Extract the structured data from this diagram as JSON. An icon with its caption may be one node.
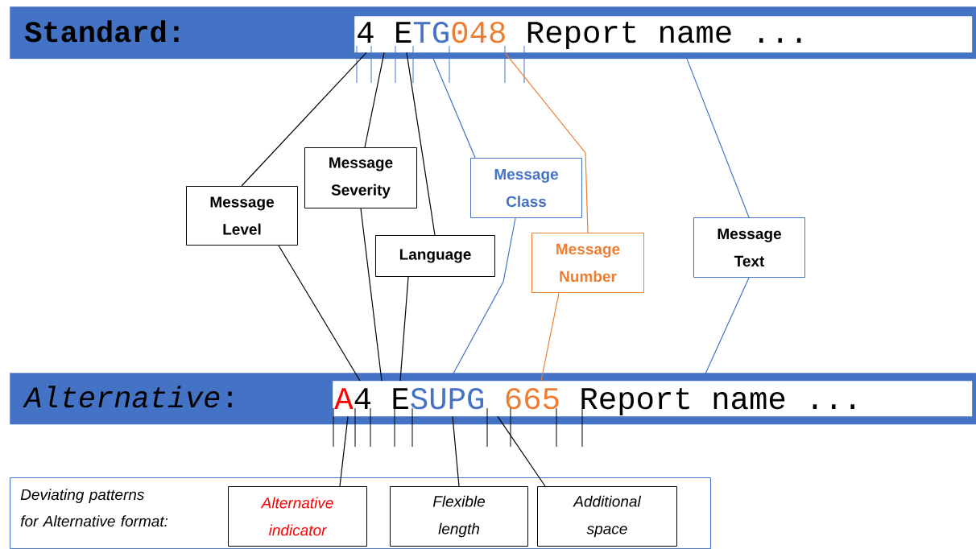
{
  "diagram": {
    "nodes": [
      {
        "text": [
          "Standard:"
        ]
      },
      {
        "text": [
          "4 E",
          "TG",
          "048",
          "Report name ..."
        ],
        "in": 0
      },
      {
        "text": [
          "*Alternative*:"
        ]
      },
      {
        "text": [
          "A",
          "4 E",
          "SUPG",
          "665",
          "Report name ..."
        ],
        "in": 2
      },
      {
        "text": [
          "Message Level"
        ]
      },
      {
        "text": [
          "Message Severity"
        ]
      },
      {
        "text": [
          "Language"
        ]
      },
      {
        "text": [
          "Message Class"
        ]
      },
      {
        "text": [
          "Message Number"
        ]
      },
      {
        "text": [
          "Message Text"
        ]
      },
      {
        "text": [
          "Deviating patterns for Alternative format:"
        ]
      },
      {
        "text": [
          "Alternative indicator"
        ],
        "in": 10
      },
      {
        "text": [
          "Flexible length"
        ],
        "in": 10
      },
      {
        "text": [
          "Additional space"
        ],
        "in": 10
      }
    ],
    "edges": [
      {
        "from": 4,
        "to": 1,
        "arrow": "none"
      },
      {
        "from": 4,
        "to": 3,
        "arrow": "none"
      },
      {
        "from": 5,
        "to": 1,
        "arrow": "none"
      },
      {
        "from": 5,
        "to": 3,
        "arrow": "none"
      },
      {
        "from": 6,
        "to": 1,
        "arrow": "none"
      },
      {
        "from": 6,
        "to": 3,
        "arrow": "none"
      },
      {
        "from": 7,
        "to": 1,
        "arrow": "none",
        "color": "#4472c4"
      },
      {
        "from": 7,
        "to": 3,
        "arrow": "none",
        "color": "#4472c4"
      },
      {
        "from": 8,
        "to": 1,
        "arrow": "none",
        "color": "#ed7d31"
      },
      {
        "from": 8,
        "to": 3,
        "arrow": "none",
        "color": "#ed7d31"
      },
      {
        "from": 9,
        "to": 1,
        "arrow": "none",
        "color": "#4472c4"
      },
      {
        "from": 9,
        "to": 3,
        "arrow": "none",
        "color": "#4472c4"
      },
      {
        "from": 11,
        "to": 3,
        "arrow": "none"
      },
      {
        "from": 12,
        "to": 3,
        "arrow": "none"
      },
      {
        "from": 13,
        "to": 3,
        "arrow": "none"
      }
    ]
  }
}
